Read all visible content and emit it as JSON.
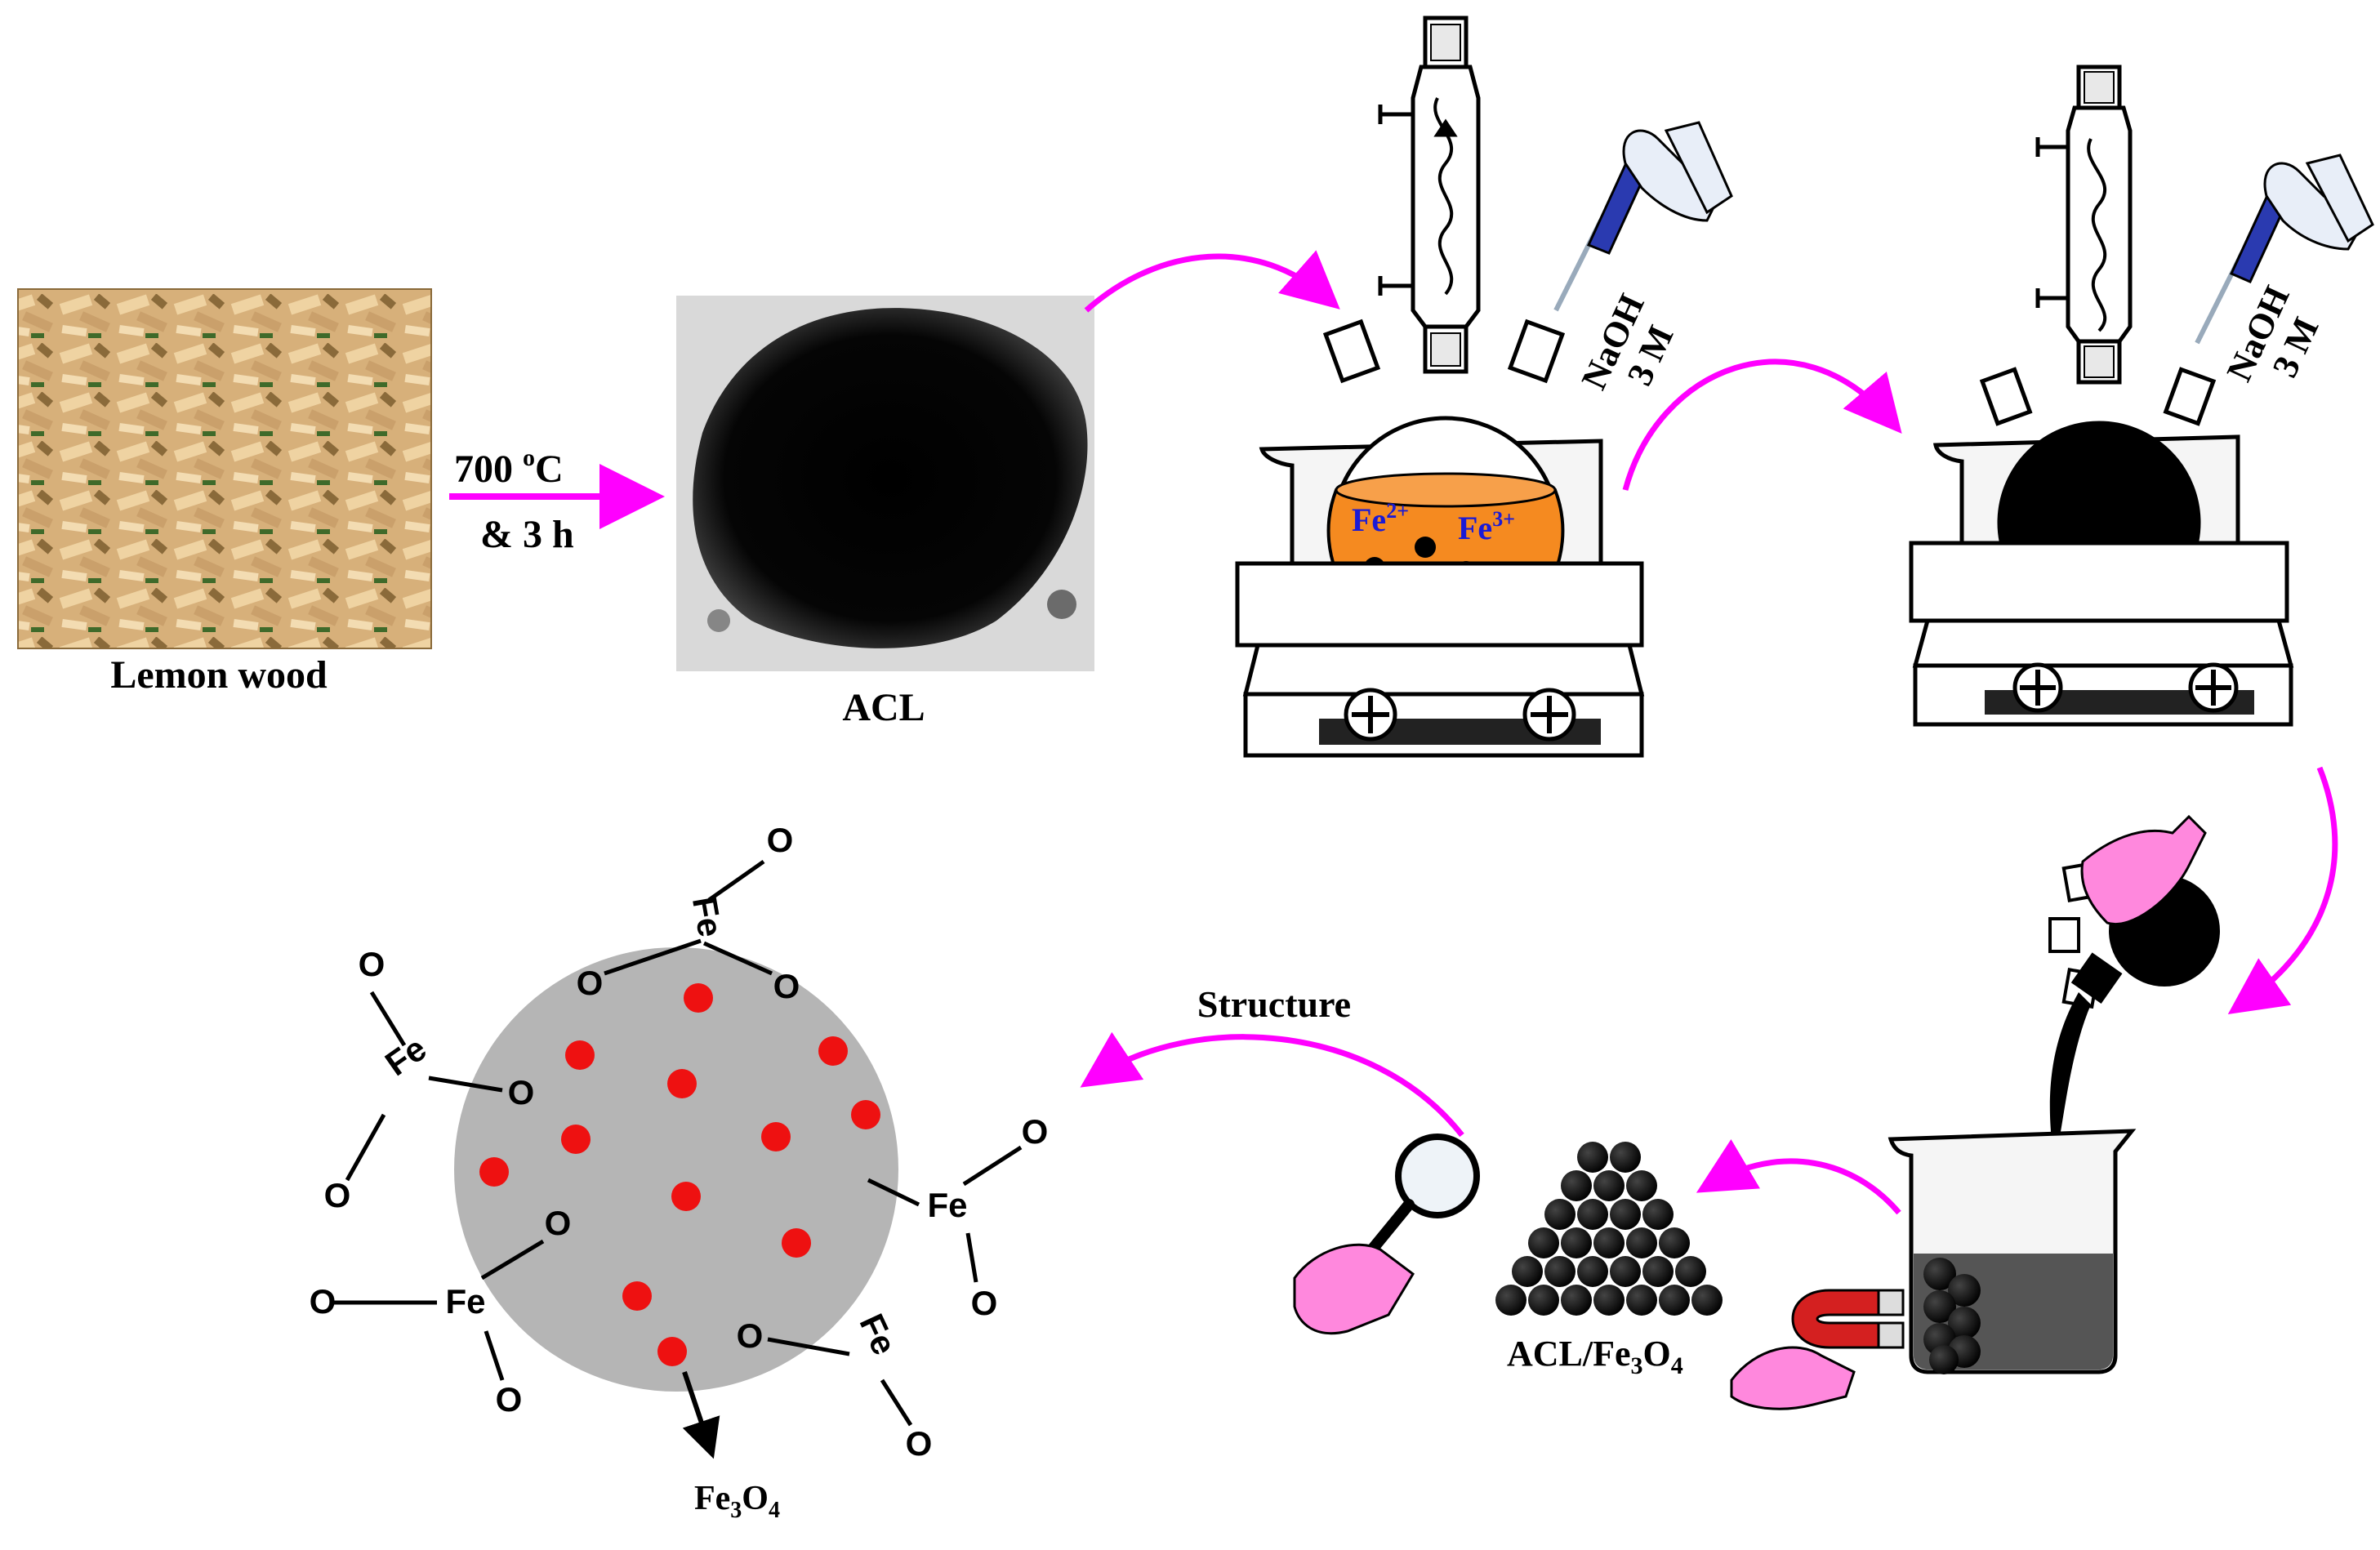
{
  "labels": {
    "lemon_wood": "Lemon wood",
    "temperature": "700 °C",
    "temperature_value": "700 ",
    "temperature_unit_sup": "o",
    "temperature_unit_c": "C",
    "time": "& 3 h",
    "acl": "ACL",
    "fe2": "Fe",
    "fe2_charge": "2+",
    "fe3": "Fe",
    "fe3_charge": "3+",
    "naoh_1": "NaOH",
    "naoh_conc_1": "3 M",
    "naoh_2": "NaOH",
    "naoh_conc_2": "3 M",
    "structure": "Structure",
    "acl_fe3o4_prefix": "ACL/Fe",
    "acl_fe3o4_sub1": "3",
    "acl_fe3o4_mid": "O",
    "acl_fe3o4_sub2": "4",
    "fe3o4_prefix": "Fe",
    "fe3o4_sub1": "3",
    "fe3o4_mid": "O",
    "fe3o4_sub2": "4"
  },
  "structure_labels": {
    "fe": "Fe",
    "o": "O"
  },
  "colors": {
    "arrow": "#ff00ff",
    "sphere": "#b5b5b5",
    "particle_dot": "#ee1111",
    "orange_solution": "#f58a20",
    "ion_text": "#1a1ad6",
    "glove": "#ff88dd",
    "magnet_red": "#d42020"
  },
  "icons": [
    "lemon-wood-photo",
    "acl-powder-photo",
    "reflux-condenser-icon",
    "three-neck-flask-icon",
    "hot-plate-stirrer-icon",
    "pipette-hand-icon",
    "pouring-hand-icon",
    "beaker-icon",
    "magnet-icon",
    "magnifier-icon",
    "nanoparticle-pile-icon",
    "fe3o4-sphere-icon"
  ]
}
